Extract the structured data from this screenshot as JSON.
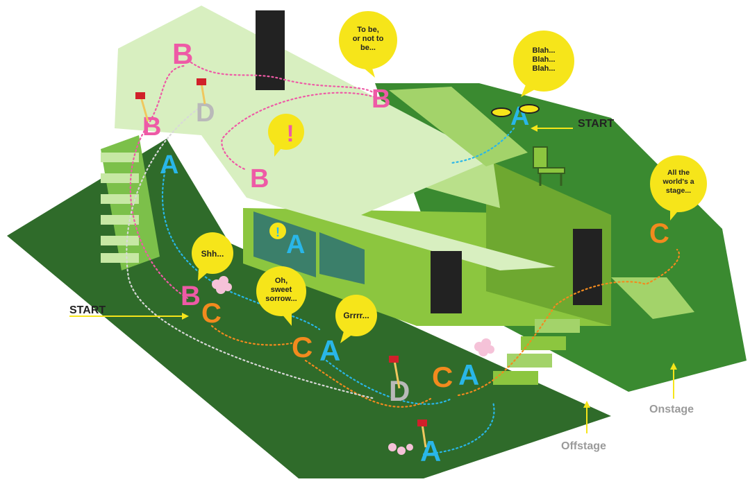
{
  "labels": {
    "start_top": "START",
    "start_left": "START",
    "offstage": "Offstage",
    "onstage": "Onstage"
  },
  "bubbles": [
    "To be, or not to be...",
    "Blah... Blah... Blah...",
    "All the world's a stage...",
    "Shh...",
    "Oh, sweet sorrow...",
    "Grrrr...",
    "!"
  ],
  "characters": [
    "A",
    "B",
    "C",
    "D"
  ],
  "colors": {
    "A": "#29b6e8",
    "B": "#ee5aa6",
    "C": "#f28a1e",
    "D": "#b9b9b9",
    "offstage_ground": "#2f6b2a",
    "onstage_ground": "#3a8a30",
    "wall": "#8cc63f",
    "floor_top": "#d8efc0",
    "bubble": "#f6e51a",
    "pointer": "#f6e51a"
  }
}
